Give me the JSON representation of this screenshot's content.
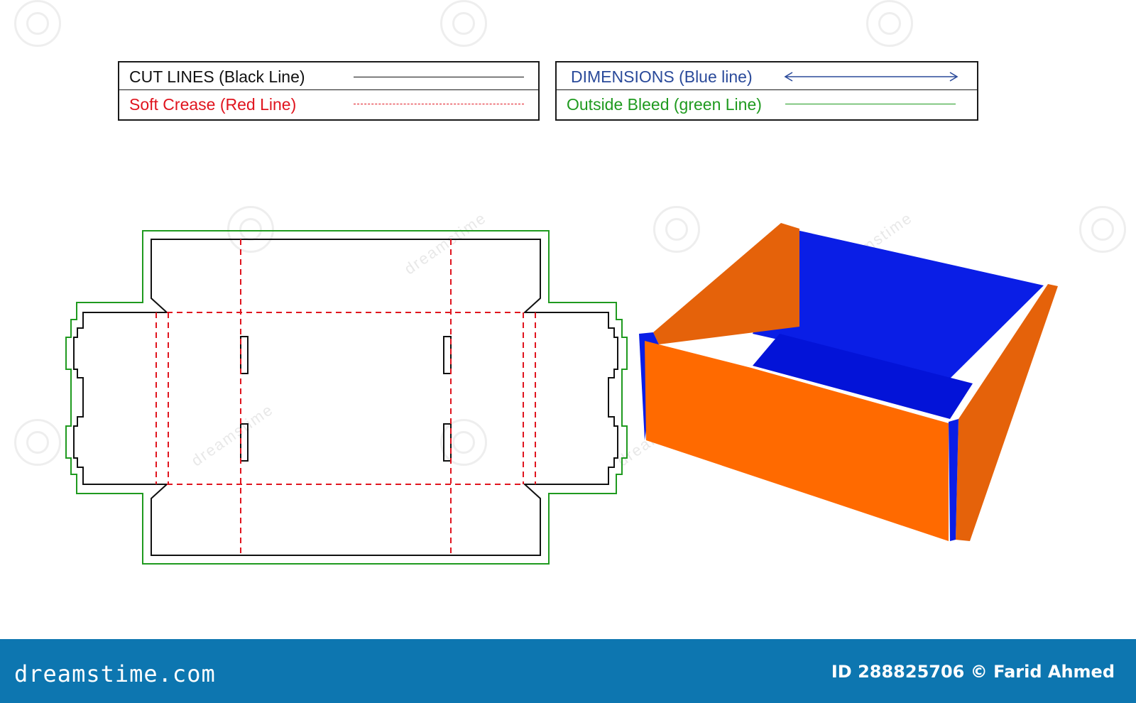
{
  "legend": {
    "left_box": {
      "rows": [
        {
          "label": "CUT LINES (Black Line)",
          "line_color": "#111111",
          "style": "solid"
        },
        {
          "label": "Soft Crease (Red Line)",
          "line_color": "#e0141e",
          "style": "dashed"
        }
      ]
    },
    "right_box": {
      "rows": [
        {
          "label": "DIMENSIONS (Blue line)",
          "line_color": "#2a4a9a",
          "style": "arrow"
        },
        {
          "label": "Outside Bleed (green Line)",
          "line_color": "#1f9a1f",
          "style": "solid"
        }
      ]
    }
  },
  "dieline": {
    "cut_color": "#111111",
    "crease_color": "#e0141e",
    "bleed_color": "#1f9a1f"
  },
  "box_3d": {
    "outer_color": "#ff6a00",
    "side_color": "#e5620a",
    "inner_color": "#0a1ee6"
  },
  "watermark": {
    "text": "dreamstime"
  },
  "footer": {
    "brand": "dreamstime.com",
    "image_id": "ID 288825706 © Farid Ahmed",
    "background": "#0d76b0"
  }
}
